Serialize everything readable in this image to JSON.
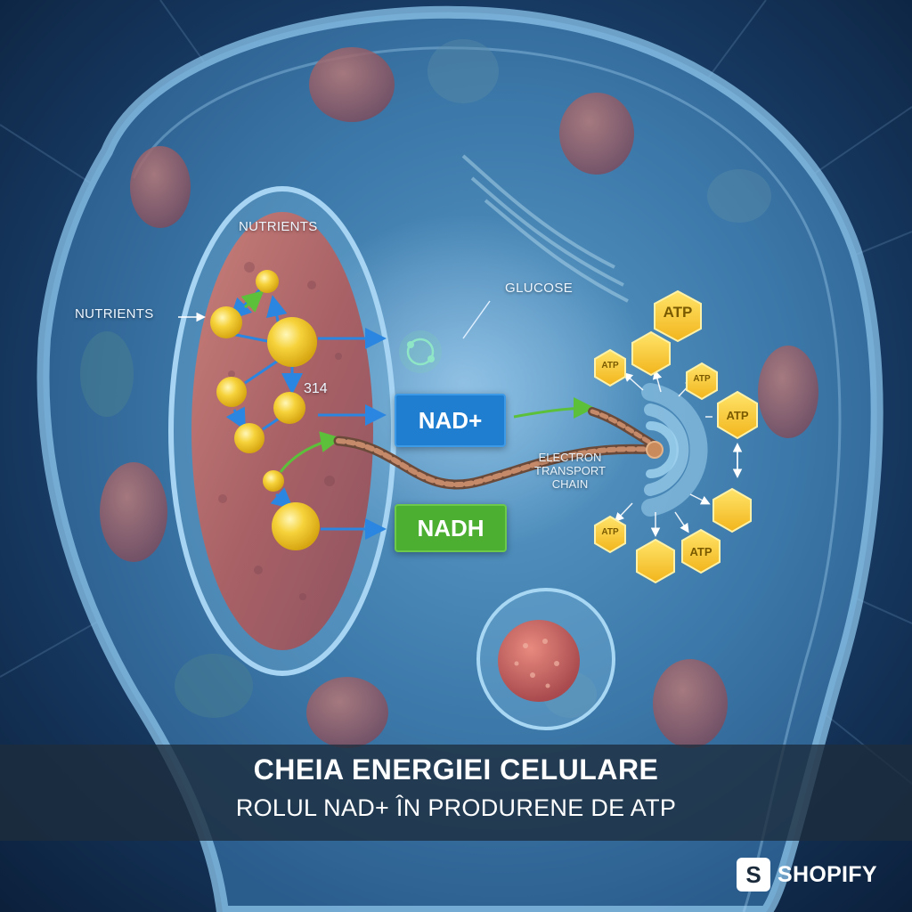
{
  "labels": {
    "nutrients_top": "NUTRIENTS",
    "nutrients_left": "NUTRIENTS",
    "glucose": "GLUCOSE",
    "count": "314",
    "nad_plus": "NAD+",
    "nadh": "NADH",
    "etc": "ELECTRON TRANSPORT CHAIN"
  },
  "atp": {
    "label": "ATP"
  },
  "banner": {
    "title": "CHEIA ENERGIEI CELULARE",
    "subtitle": "ROLUL NAD+ ÎN PRODURENE DE ATP"
  },
  "brand": {
    "icon": "shopify-bag-icon",
    "icon_glyph": "S",
    "name": "SHOPIFY"
  },
  "colors": {
    "background": "#0f2846",
    "nad_plus": "#1f7ecf",
    "nadh": "#4caf32",
    "atp": "#f7cd2c",
    "mitochondrion": "#b86b6b",
    "molecule": "#f6d23a"
  }
}
